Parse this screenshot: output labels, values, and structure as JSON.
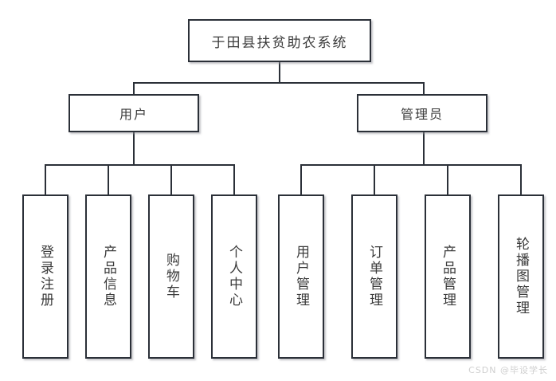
{
  "diagram": {
    "type": "hierarchy-tree",
    "levels": 3,
    "line_color": "#2b3038",
    "text_color": "#3b3b3b",
    "background": "#ffffff",
    "root": {
      "label": "于田县扶贫助农系统"
    },
    "branches": [
      {
        "key": "user",
        "label": "用户",
        "children": [
          {
            "key": "login-register",
            "label": "登录注册"
          },
          {
            "key": "product-info",
            "label": "产品信息"
          },
          {
            "key": "shopping-cart",
            "label": "购物车"
          },
          {
            "key": "personal-center",
            "label": "个人中心"
          }
        ]
      },
      {
        "key": "admin",
        "label": "管理员",
        "children": [
          {
            "key": "user-management",
            "label": "用户管理"
          },
          {
            "key": "order-management",
            "label": "订单管理"
          },
          {
            "key": "product-management",
            "label": "产品管理"
          },
          {
            "key": "carousel-management",
            "label": "轮播图管理"
          }
        ]
      }
    ]
  },
  "watermark": {
    "text": "CSDN @毕设学长"
  }
}
